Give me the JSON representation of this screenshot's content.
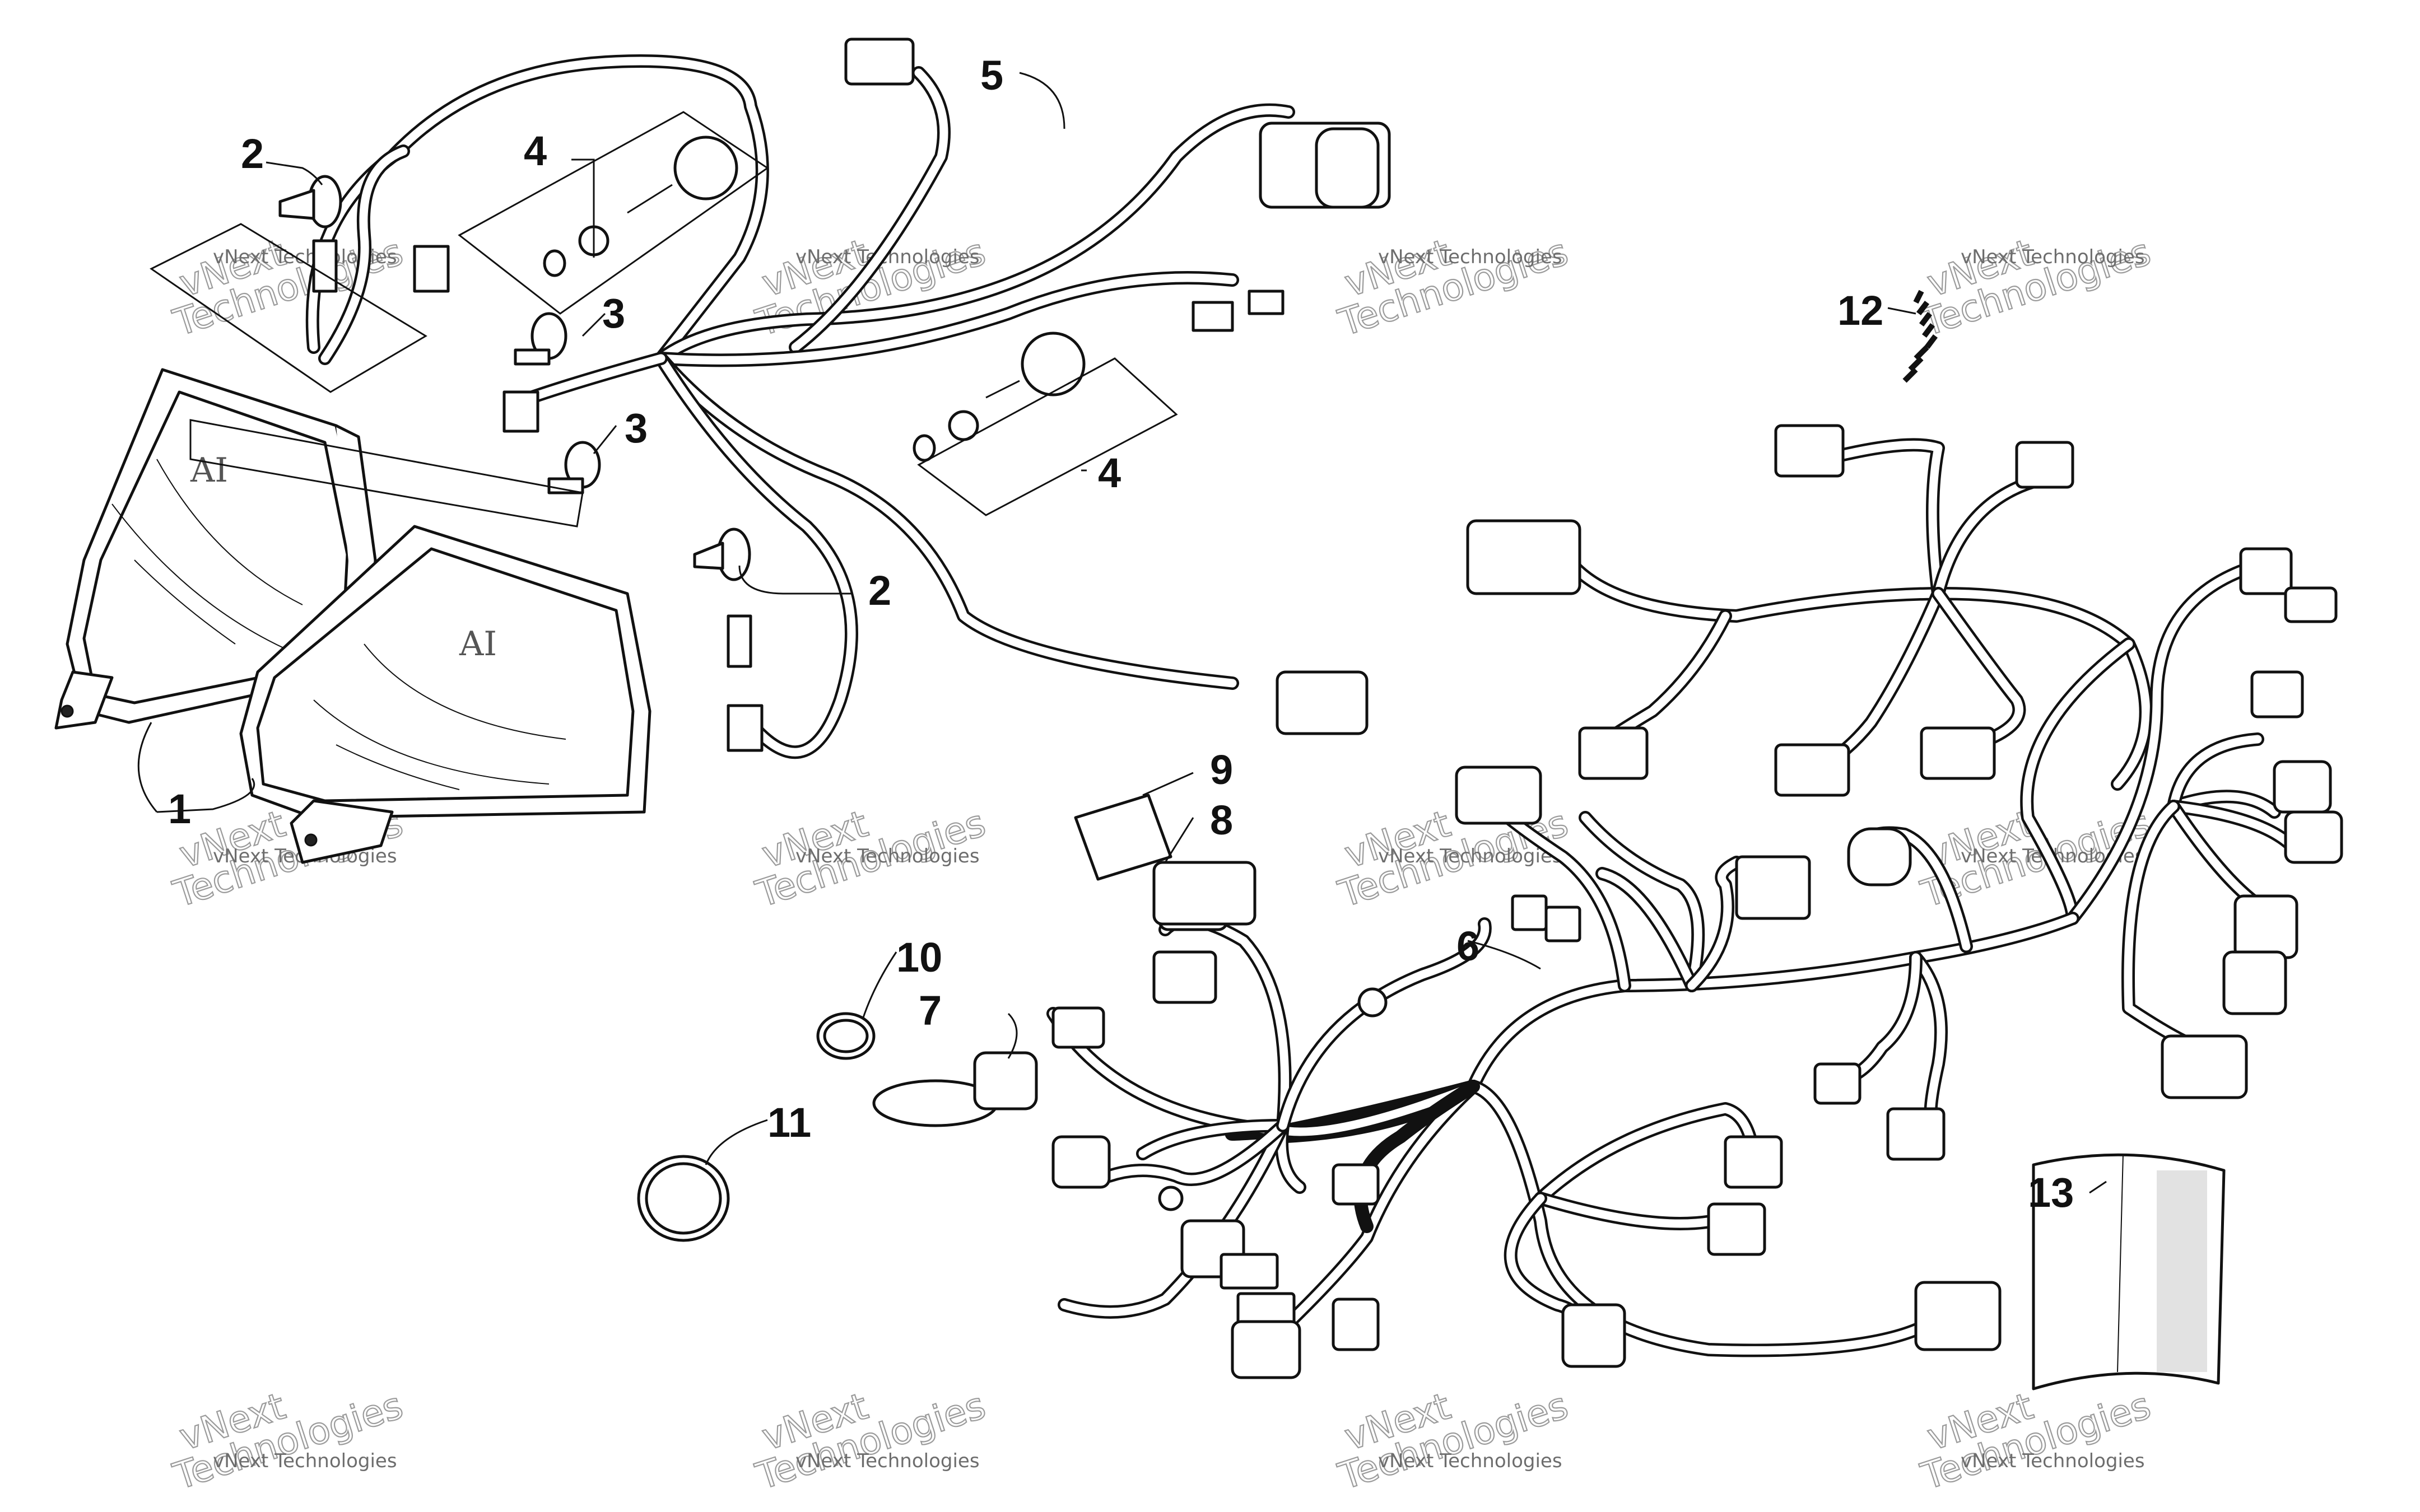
{
  "callouts": [
    "1",
    "2",
    "2",
    "3",
    "3",
    "4",
    "4",
    "5",
    "6",
    "7",
    "8",
    "9",
    "10",
    "11",
    "12",
    "13"
  ],
  "watermark": {
    "line1": "vNext Technologies",
    "line2": "vNext",
    "line3": "Technologies"
  },
  "colors": {
    "ink": "#111111",
    "watermark": "#8a8a8a",
    "background": "#ffffff"
  }
}
